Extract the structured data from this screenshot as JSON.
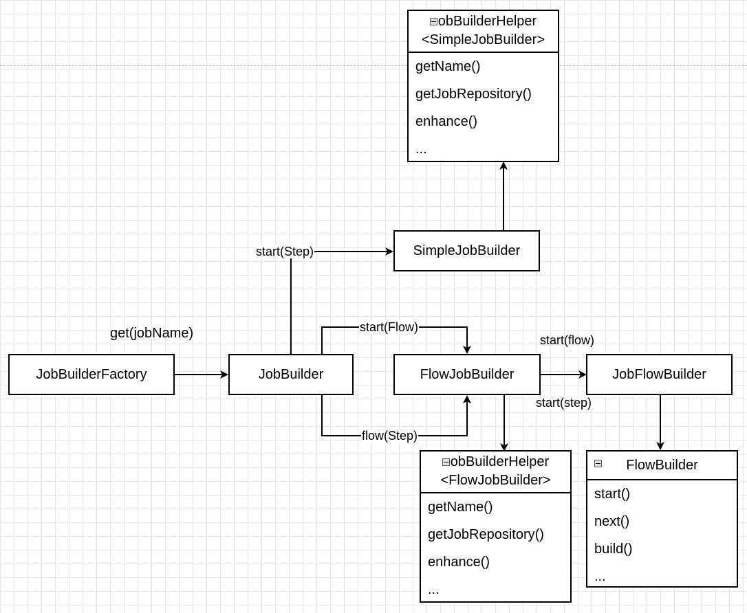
{
  "diagram": {
    "nodes": {
      "job_builder_factory": "JobBuilderFactory",
      "job_builder": "JobBuilder",
      "simple_job_builder": "SimpleJobBuilder",
      "flow_job_builder": "FlowJobBuilder",
      "job_flow_builder": "JobFlowBuilder"
    },
    "classes": {
      "simple_helper": {
        "title_line1": "obBuilderHelper",
        "title_line2": "<SimpleJobBuilder>",
        "members": [
          "getName()",
          "getJobRepository()",
          "enhance()",
          "..."
        ]
      },
      "flow_helper": {
        "title_line1": "obBuilderHelper",
        "title_line2": "<FlowJobBuilder>",
        "members": [
          "getName()",
          "getJobRepository()",
          "enhance()",
          "..."
        ]
      },
      "flow_builder": {
        "title": "FlowBuilder",
        "members": [
          "start()",
          "next()",
          "build()",
          "..."
        ]
      }
    },
    "edge_labels": {
      "get_job_name": "get(jobName)",
      "start_step": "start(Step)",
      "start_flow_upper": "start(Flow)",
      "flow_step": "flow(Step)",
      "start_flow_lower": "start(flow)",
      "start_step_lower": "start(step)"
    }
  }
}
